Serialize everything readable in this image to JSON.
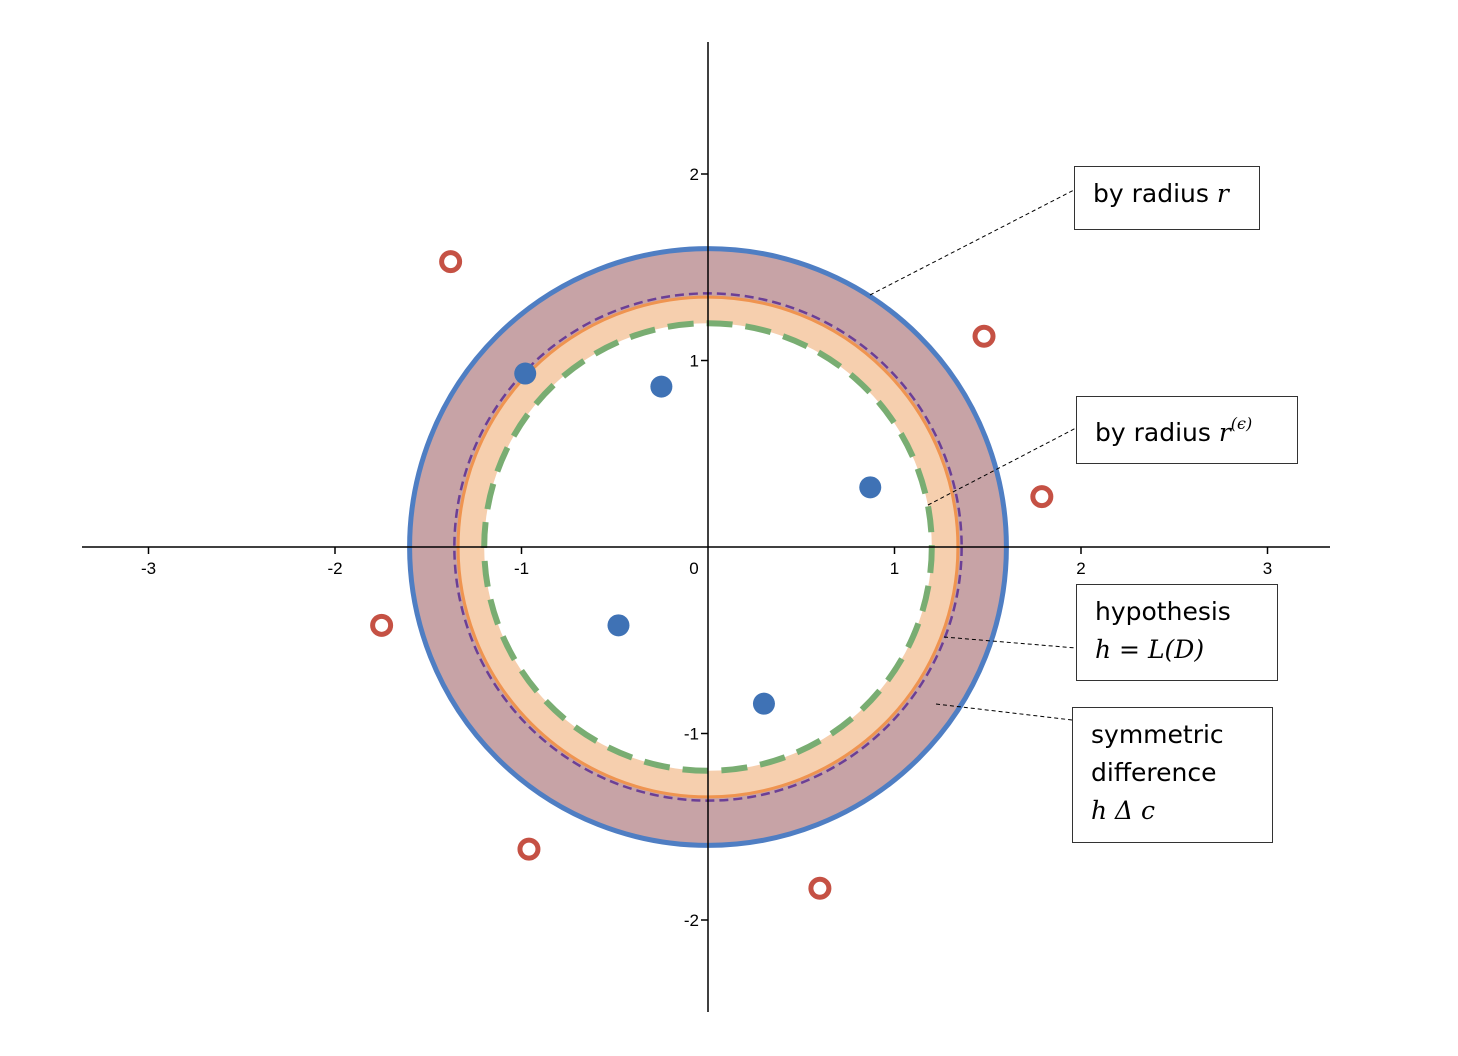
{
  "chart_data": {
    "type": "scatter",
    "xlim": [
      -3.4,
      3.4
    ],
    "ylim": [
      -2.5,
      2.5
    ],
    "x_ticks": [
      -3,
      -2,
      -1,
      0,
      1,
      2,
      3
    ],
    "y_ticks": [
      2,
      1,
      -1,
      -2
    ],
    "x_tick_labels": [
      "-3",
      "-2",
      "-1",
      "0",
      "1",
      "2",
      "3"
    ],
    "y_tick_labels": [
      "2",
      "1",
      "-1",
      "-2"
    ],
    "circles": {
      "outer_radius_r": 1.6,
      "hypothesis_radius": 1.36,
      "inner_orange_radius": 1.34,
      "epsilon_radius": 1.2
    },
    "positive_points": [
      {
        "x": -0.98,
        "y": 0.93
      },
      {
        "x": -0.25,
        "y": 0.86
      },
      {
        "x": 0.87,
        "y": 0.32
      },
      {
        "x": -0.48,
        "y": -0.42
      },
      {
        "x": 0.3,
        "y": -0.84
      }
    ],
    "negative_points": [
      {
        "x": -1.38,
        "y": 1.53
      },
      {
        "x": 1.48,
        "y": 1.13
      },
      {
        "x": 1.79,
        "y": 0.27
      },
      {
        "x": -1.75,
        "y": -0.42
      },
      {
        "x": -0.96,
        "y": -1.62
      },
      {
        "x": 0.6,
        "y": -1.83
      }
    ],
    "colors": {
      "outer_ring_stroke": "#4f7ec3",
      "outer_ring_fill": "#c7a3a6",
      "inner_fill": "#f6cfae",
      "orange_stroke": "#ef9450",
      "hypothesis_stroke": "#6b3f96",
      "epsilon_stroke": "#79ad72",
      "positive_point": "#3f72b5",
      "negative_point": "#c55144"
    }
  },
  "callouts": {
    "by_radius_r": {
      "text": "by radius ",
      "math": "r"
    },
    "by_radius_eps": {
      "text": "by radius ",
      "math": "r",
      "sup": "(ϵ)"
    },
    "hypothesis": {
      "line1": "hypothesis",
      "line2": "h = L(D)"
    },
    "symdiff": {
      "line1": "symmetric",
      "line2": "difference",
      "line3": "h Δ c"
    }
  }
}
